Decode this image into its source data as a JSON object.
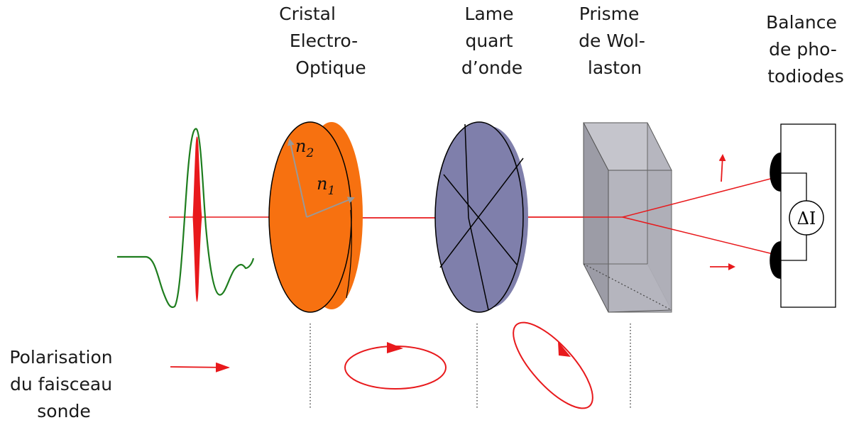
{
  "labels": {
    "crystal": [
      "Cristal",
      "Electro-",
      "Optique"
    ],
    "quarter_wave": [
      "Lame",
      "quart",
      "d’onde"
    ],
    "wollaston": [
      "Prisme",
      "de Wol-",
      "laston"
    ],
    "photodiodes": [
      "Balance",
      "de pho-",
      "todiodes"
    ],
    "polarisation": [
      "Polarisation",
      "du faisceau",
      "sonde"
    ]
  },
  "axes": {
    "n2": {
      "letter": "n",
      "sub": "2"
    },
    "n1": {
      "letter": "n",
      "sub": "1"
    }
  },
  "detector_symbol": "ΔI",
  "colors": {
    "beam": "#e8191c",
    "crystal": "#f77110",
    "quarter_wave": "#7f7fab",
    "pulse_envelope": "#1e7d1e",
    "prism": "#a9a9b3",
    "axis_arrows": "#999999"
  }
}
